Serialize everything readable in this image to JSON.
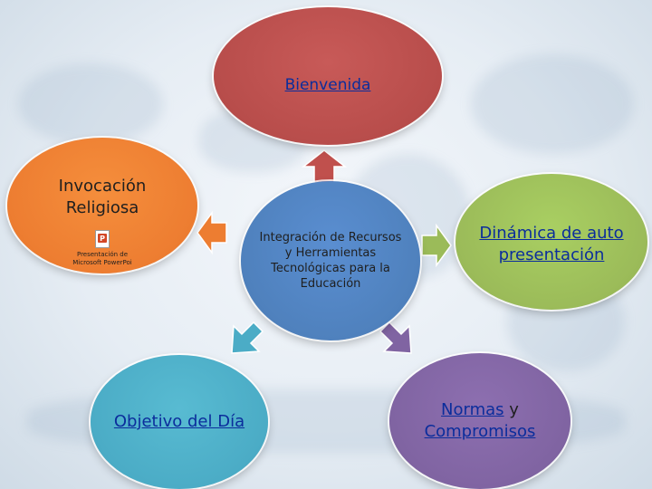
{
  "nodes": {
    "bienvenida": {
      "label": "Bienvenida",
      "color": "#c0504d"
    },
    "invocacion": {
      "label": "Invocación Religiosa",
      "color": "#ed7d31",
      "embedded_object": {
        "icon": "powerpoint-file-icon",
        "caption": "Presentación de Microsoft PowerPoi"
      }
    },
    "centro": {
      "label": "Integración de Recursos y Herramientas Tecnológicas para la Educación",
      "color": "#4f81bd"
    },
    "dinamica": {
      "label": "Dinámica de auto presentación",
      "color": "#9bbb59"
    },
    "objetivo": {
      "label": "Objetivo del Día",
      "color": "#4bacc6"
    },
    "normas": {
      "label_link": "Normas",
      "label_rest": " y ",
      "label_link2": "Compromisos",
      "color": "#8064a2"
    }
  },
  "arrows": [
    {
      "icon": "arrow-up-icon",
      "color": "#c0504d"
    },
    {
      "icon": "arrow-left-icon",
      "color": "#ed7d31"
    },
    {
      "icon": "arrow-right-icon",
      "color": "#9bbb59"
    },
    {
      "icon": "arrow-down-left-icon",
      "color": "#4bacc6"
    },
    {
      "icon": "arrow-down-right-icon",
      "color": "#8064a2"
    }
  ]
}
